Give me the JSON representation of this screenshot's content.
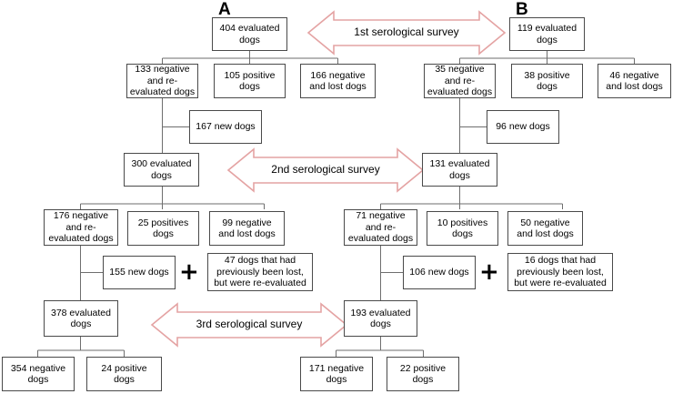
{
  "figure": {
    "type": "flowchart",
    "panels": [
      {
        "id": "A",
        "label": "A",
        "boxes": {
          "baseline": "404 evaluated\ndogs",
          "neg_reeval_1": "133 negative\nand re-\nevaluated  dogs",
          "pos_1": "105 positive\ndogs",
          "neg_lost_1": "166 negative\nand lost dogs",
          "new_1": "167 new dogs",
          "eval_2": "300 evaluated\ndogs",
          "neg_reeval_2": "176 negative\nand re-\nevaluated  dogs",
          "pos_2": "25 positives\ndogs",
          "neg_lost_2": "99 negative\nand lost dogs",
          "new_2": "155 new dogs",
          "recovered_2": "47 dogs that had\npreviously  been lost,\nbut were re-evaluated",
          "eval_3": "378 evaluated\ndogs",
          "neg_3": "354 negative\ndogs",
          "pos_3": "24 positive\ndogs"
        }
      },
      {
        "id": "B",
        "label": "B",
        "boxes": {
          "baseline": "119 evaluated\ndogs",
          "neg_reeval_1": "35 negative\nand re-\nevaluated  dogs",
          "pos_1": "38 positive\ndogs",
          "neg_lost_1": "46 negative\nand lost dogs",
          "new_1": "96 new dogs",
          "eval_2": "131 evaluated\ndogs",
          "neg_reeval_2": "71 negative\nand re-\nevaluated  dogs",
          "pos_2": "10 positives\ndogs",
          "neg_lost_2": "50 negative\nand lost dogs",
          "new_2": "106 new dogs",
          "recovered_2": "16 dogs that had\npreviously  been lost,\nbut were re-evaluated",
          "eval_3": "193 evaluated\ndogs",
          "neg_3": "171 negative\ndogs",
          "pos_3": "22 positive\ndogs"
        }
      }
    ],
    "surveys": [
      {
        "id": "survey1",
        "label": "1st serological survey"
      },
      {
        "id": "survey2",
        "label": "2nd serological survey"
      },
      {
        "id": "survey3",
        "label": "3rd serological survey"
      }
    ],
    "plus_symbols": [
      {
        "id": "plus-a",
        "label": "+"
      },
      {
        "id": "plus-b",
        "label": "+"
      }
    ],
    "colors": {
      "box_border": "#4a4a4a",
      "arrow_outline": "#e4a3a3",
      "connector": "#6e6e6e",
      "text": "#000000",
      "background": "#ffffff"
    }
  }
}
